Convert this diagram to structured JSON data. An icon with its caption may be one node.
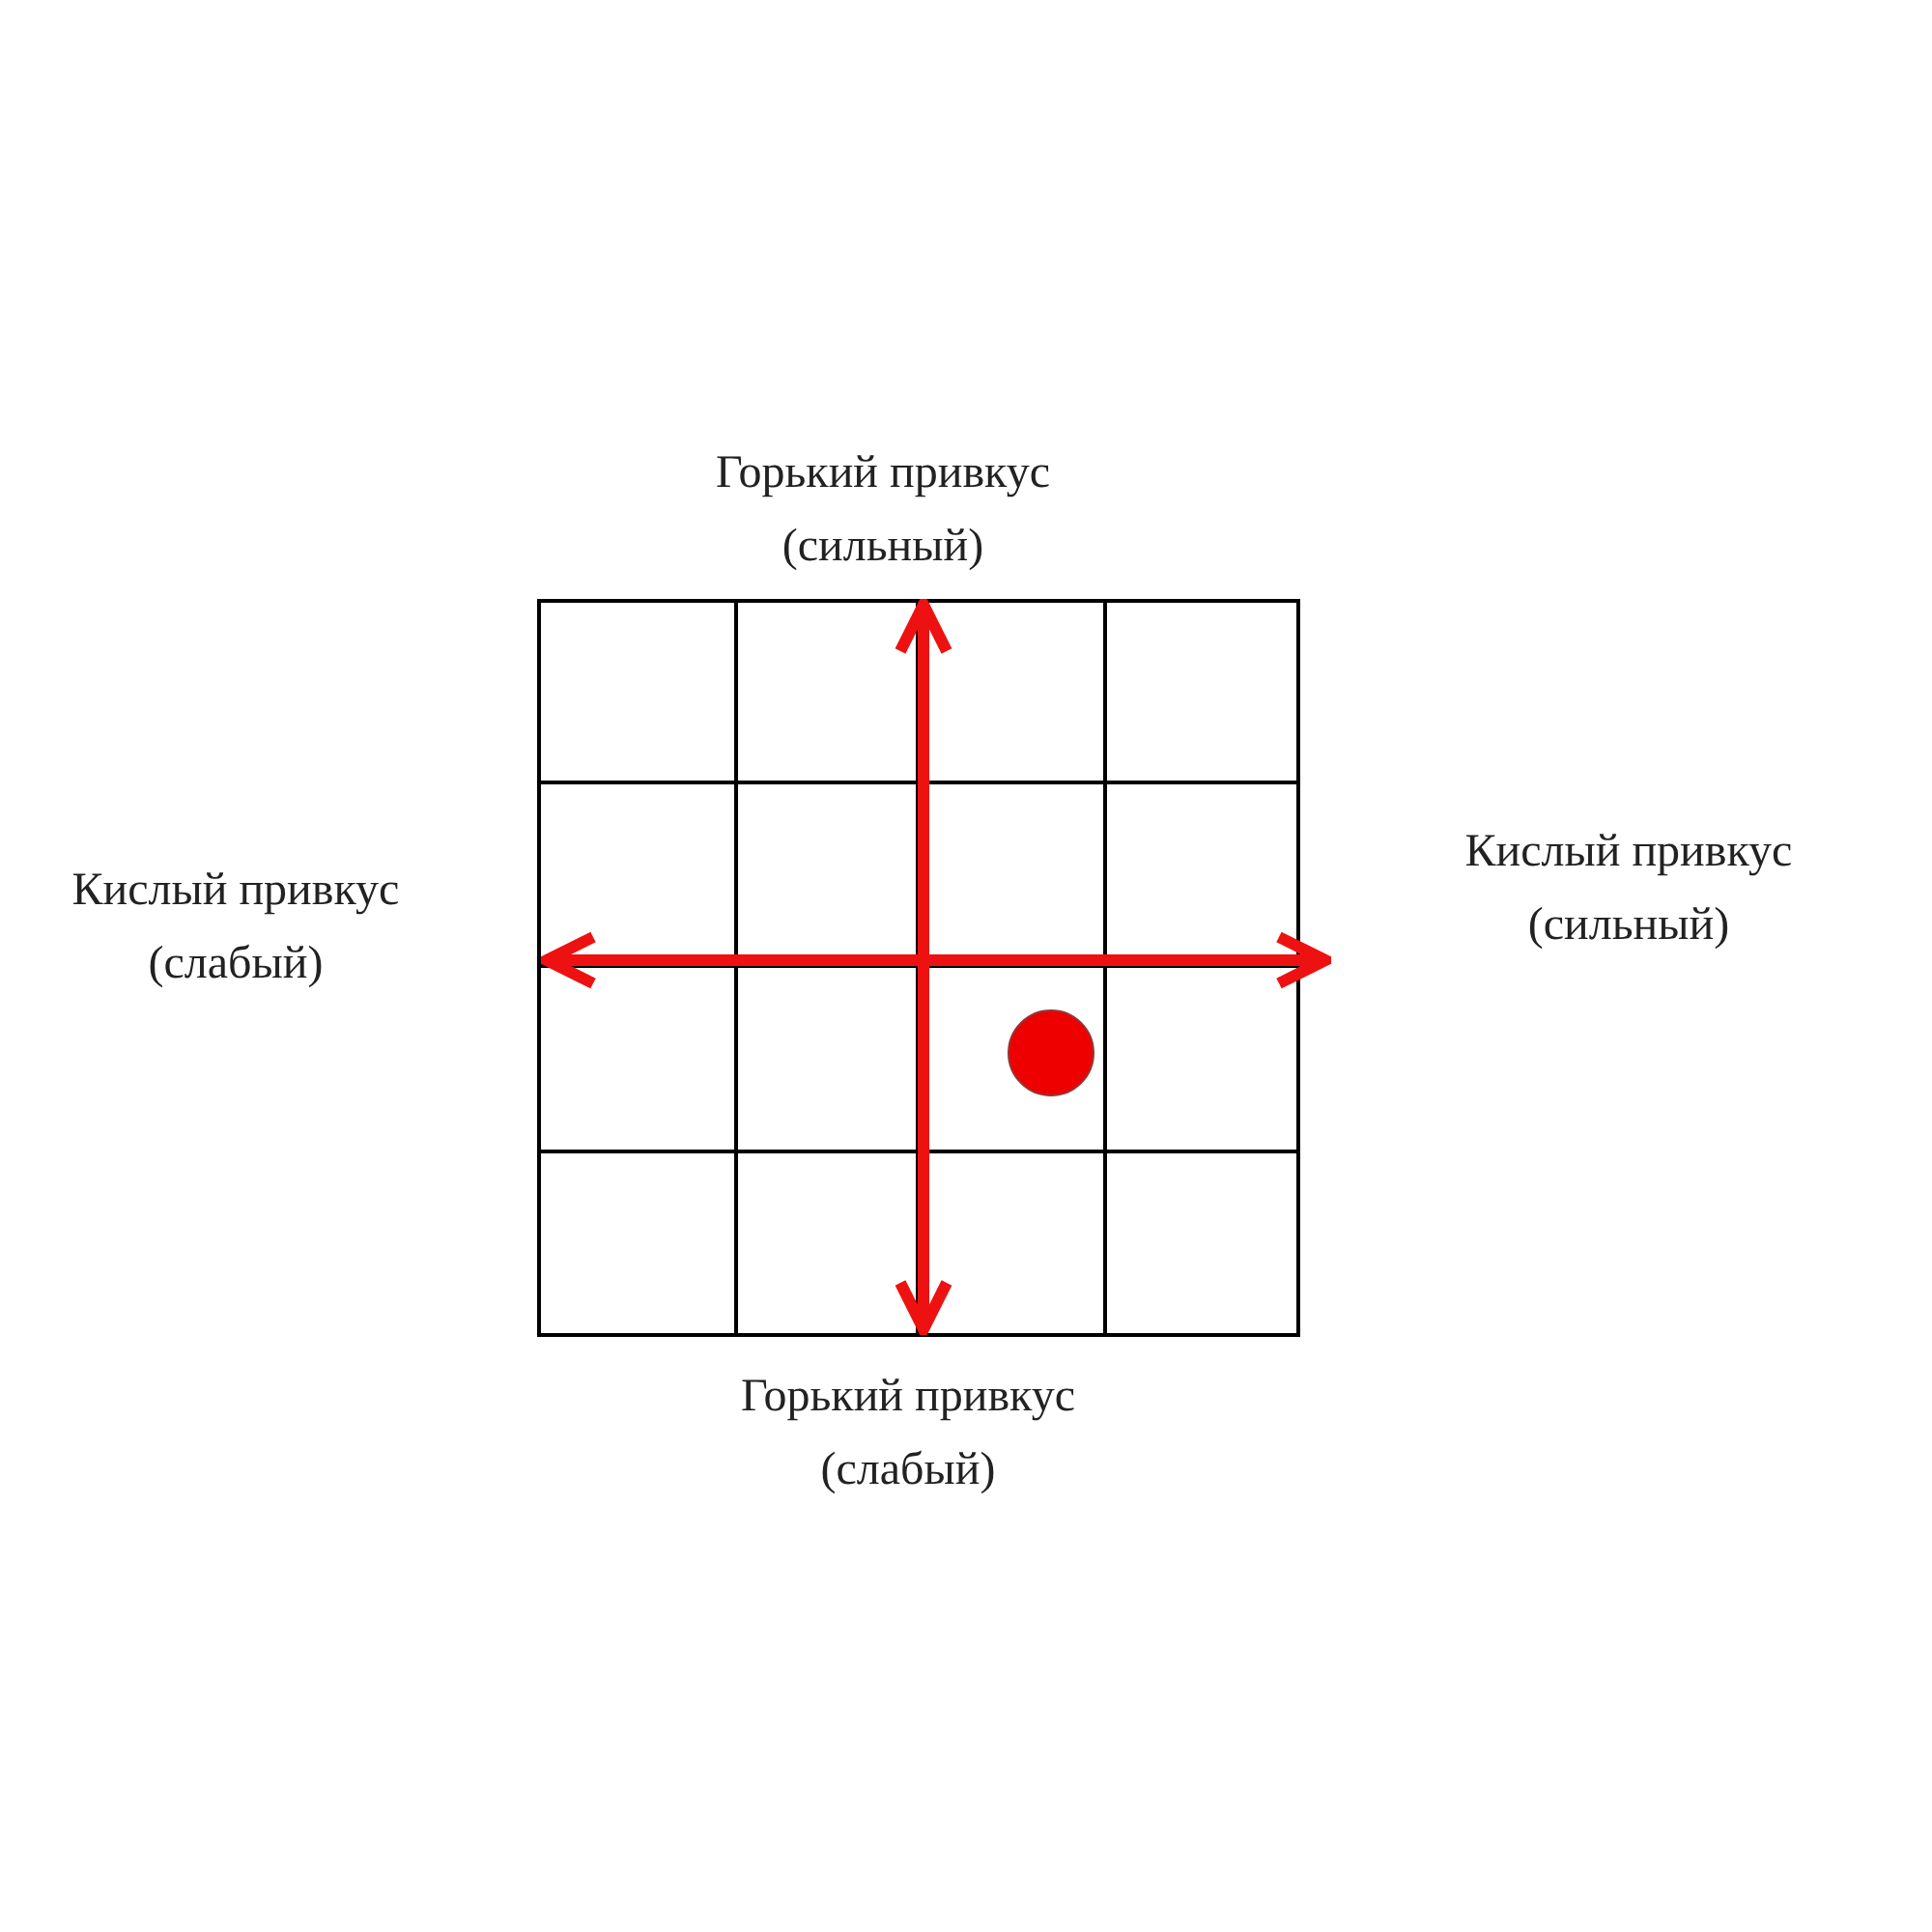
{
  "diagram": {
    "labels": [
      "Горький привкус (сильный)",
      "Кислый привкус (слабый)",
      "Кислый привкус (сильный)",
      "Горький привкус (слабый)"
    ]
  }
}
